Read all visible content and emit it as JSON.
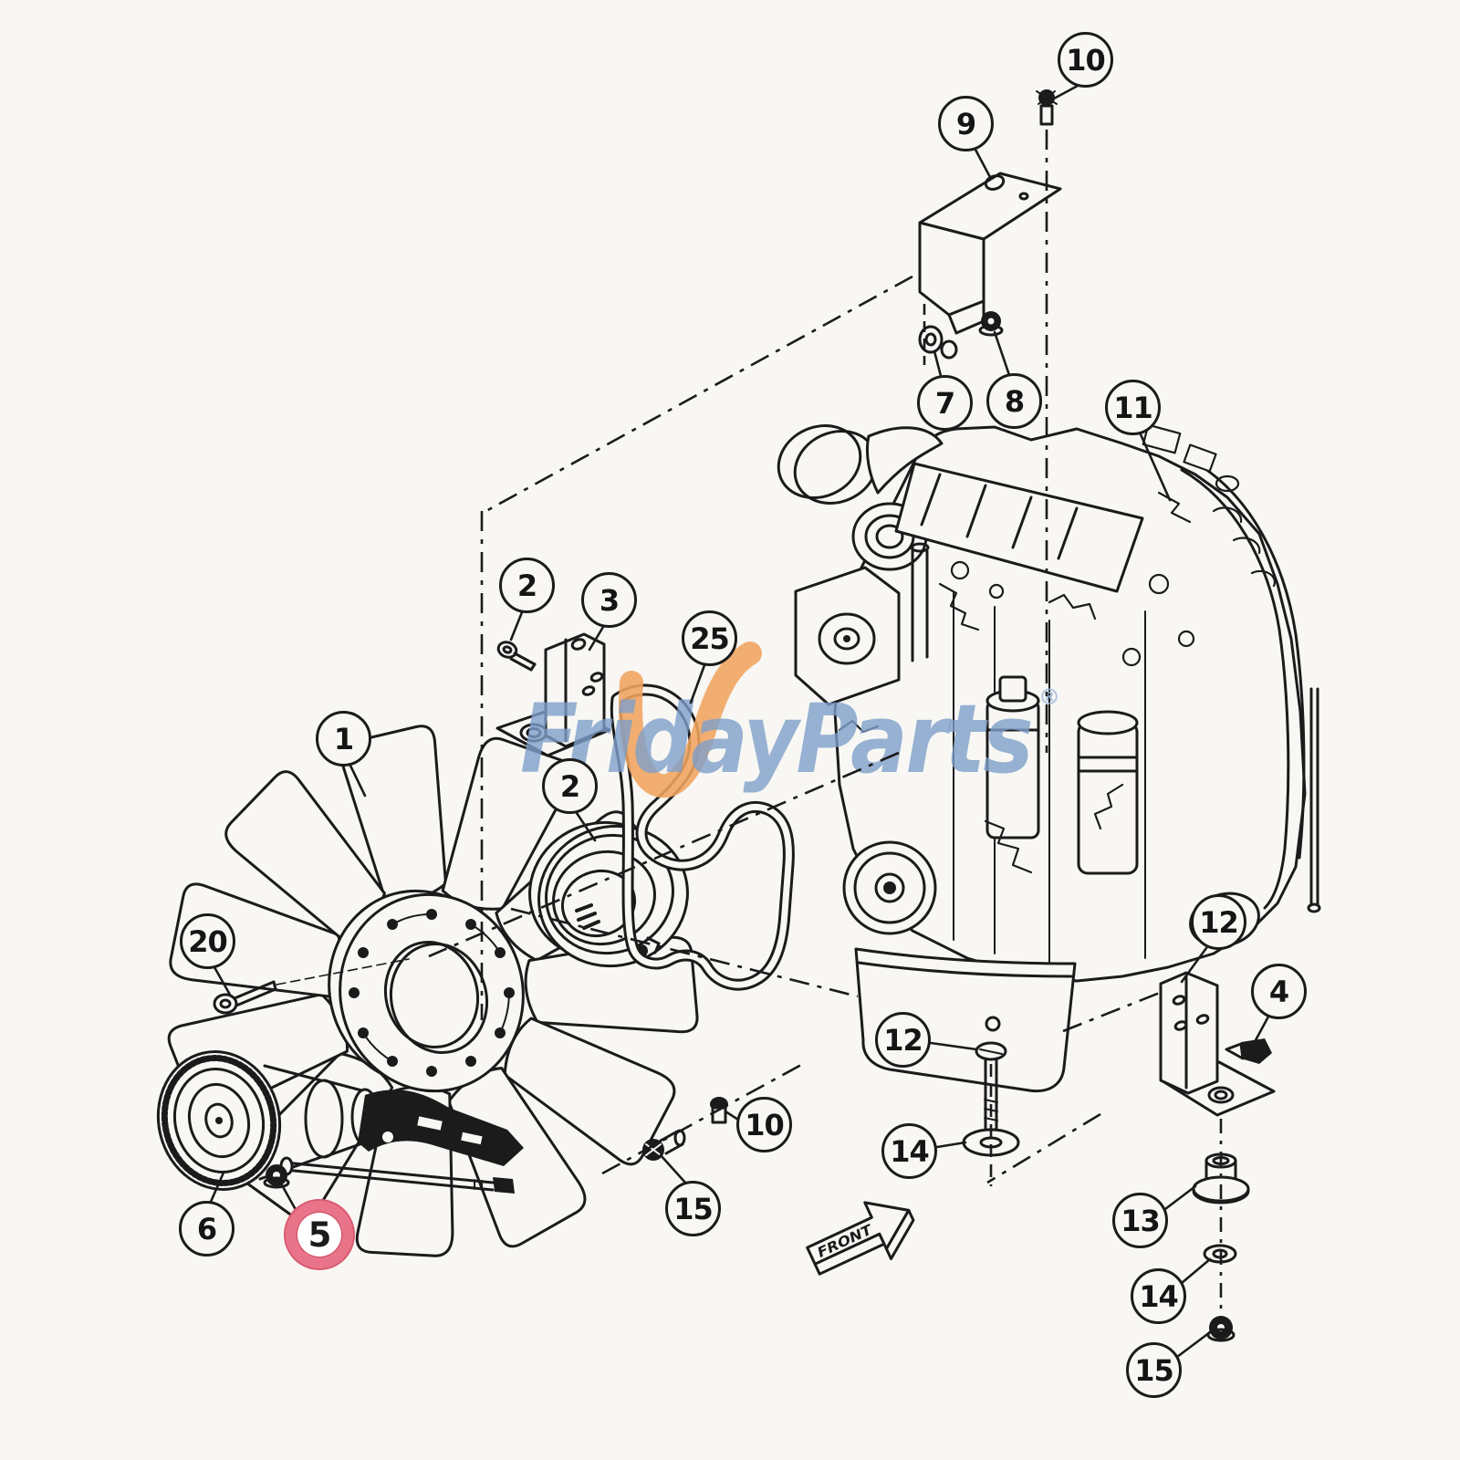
{
  "diagram": {
    "watermark": {
      "text": "FridayParts",
      "registered_mark": "®",
      "text_color": "#7d9fc9",
      "check_color": "#f0a45f"
    },
    "front_arrow": {
      "label": "FRONT"
    },
    "highlight": {
      "color": "#e9748a",
      "highlighted_callout": "5"
    },
    "callouts": [
      {
        "label": "1",
        "highlighted": false
      },
      {
        "label": "2",
        "highlighted": false
      },
      {
        "label": "3",
        "highlighted": false
      },
      {
        "label": "25",
        "highlighted": false
      },
      {
        "label": "2",
        "highlighted": false
      },
      {
        "label": "20",
        "highlighted": false
      },
      {
        "label": "6",
        "highlighted": false
      },
      {
        "label": "5",
        "highlighted": true
      },
      {
        "label": "7",
        "highlighted": false
      },
      {
        "label": "8",
        "highlighted": false
      },
      {
        "label": "9",
        "highlighted": false
      },
      {
        "label": "10",
        "highlighted": false
      },
      {
        "label": "11",
        "highlighted": false
      },
      {
        "label": "12",
        "highlighted": false
      },
      {
        "label": "4",
        "highlighted": false
      },
      {
        "label": "12",
        "highlighted": false
      },
      {
        "label": "10",
        "highlighted": false
      },
      {
        "label": "14",
        "highlighted": false
      },
      {
        "label": "15",
        "highlighted": false
      },
      {
        "label": "13",
        "highlighted": false
      },
      {
        "label": "14",
        "highlighted": false
      },
      {
        "label": "15",
        "highlighted": false
      }
    ]
  }
}
